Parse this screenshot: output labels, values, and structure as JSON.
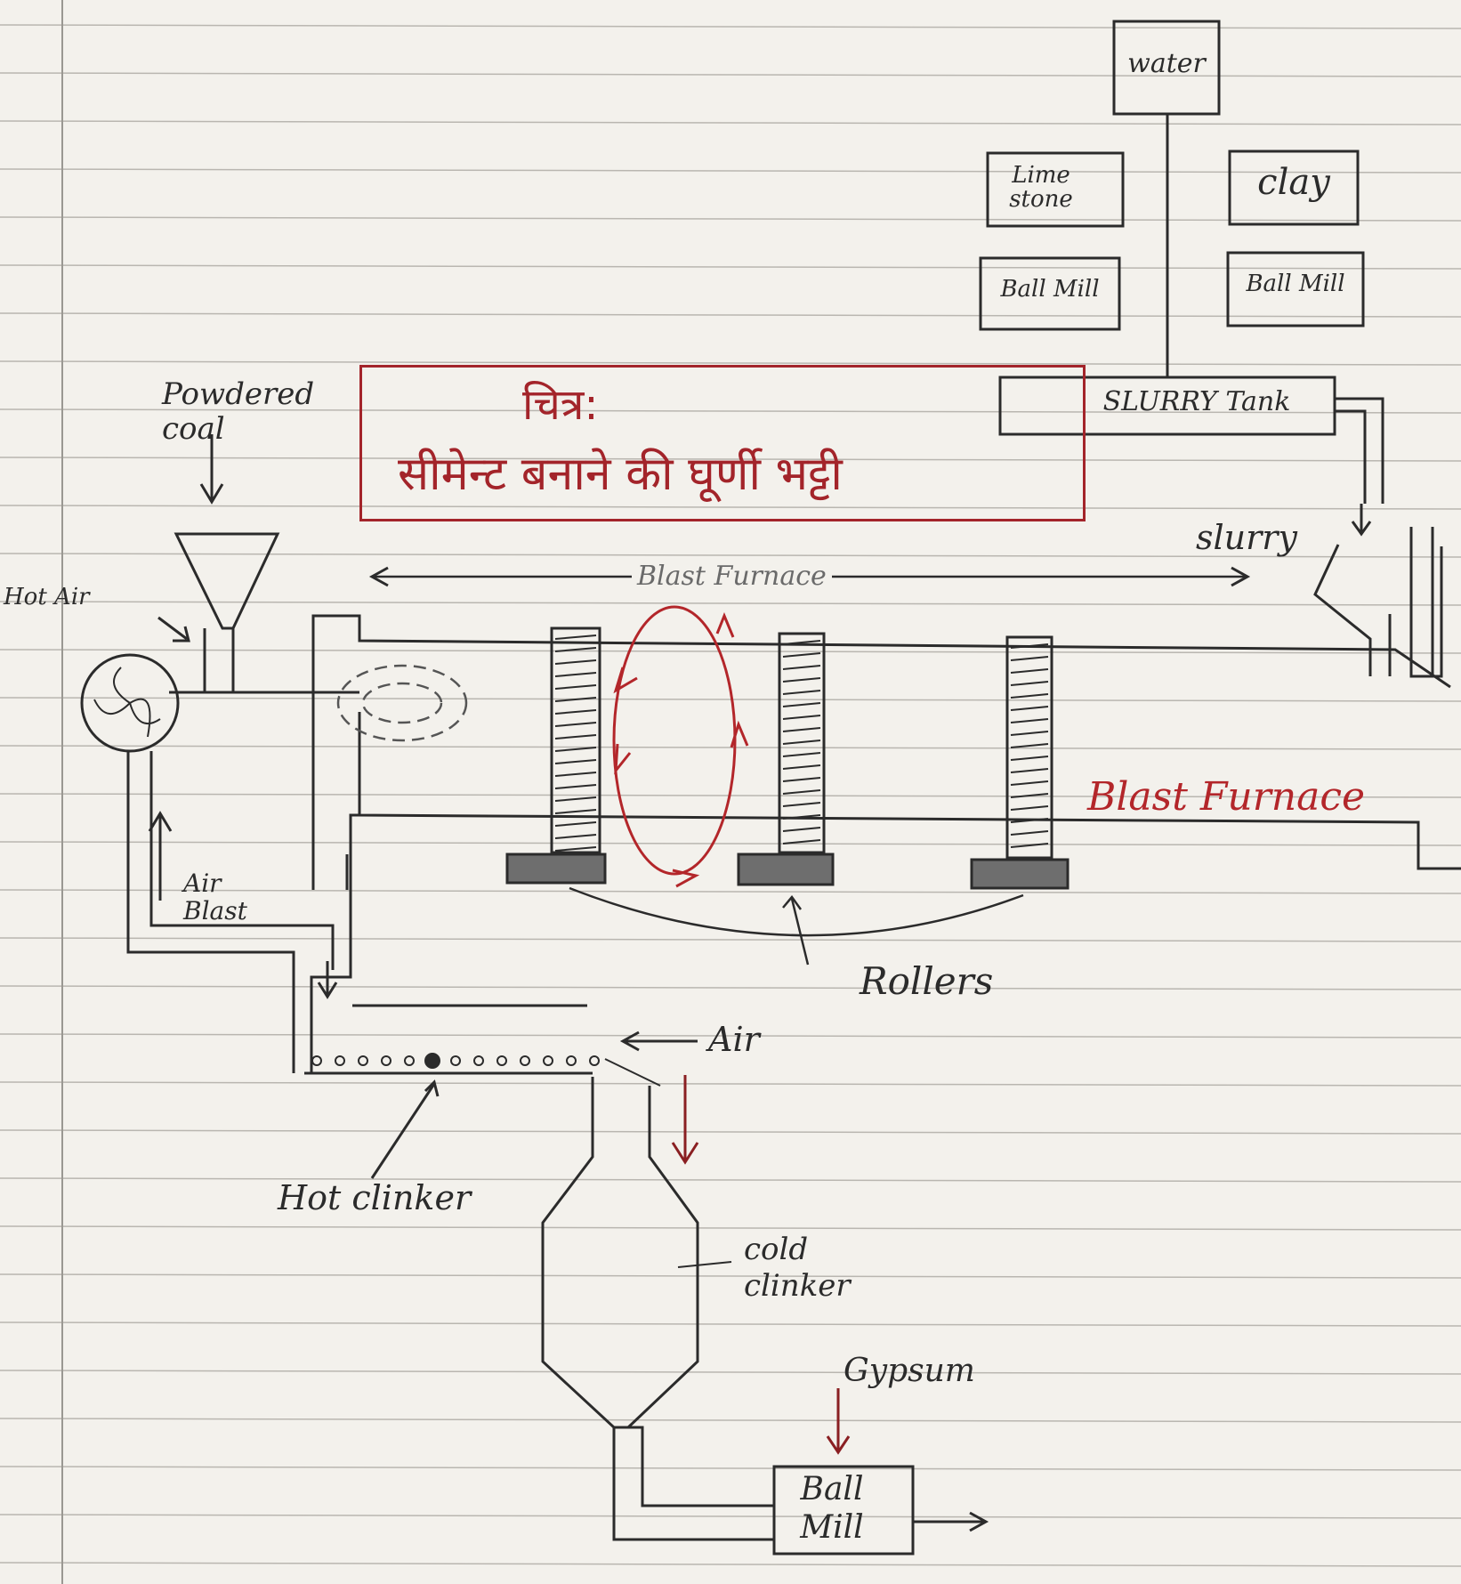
{
  "title": {
    "line1": "चित्र:",
    "line2": "सीमेन्ट बनाने की घूर्णी भट्टी"
  },
  "labels": {
    "water": "water",
    "limestone": "Lime stone",
    "clay": "clay",
    "ball_mill_left": "Ball Mill",
    "ball_mill_right": "Ball Mill",
    "slurry_tank": "SLURRY Tank",
    "slurry": "slurry",
    "powdered_coal": "Powdered coal",
    "hot_air": "Hot Air",
    "blast_furnace_top": "Blast Furnace",
    "blast_furnace_red": "Blast Furnace",
    "air_blast": "Air Blast",
    "rollers": "Rollers",
    "air": "Air",
    "hot_clinker": "Hot clinker",
    "cold_clinker": "cold clinker",
    "gypsum": "Gypsum",
    "ball_mill_bottom": "Ball Mill"
  },
  "colors": {
    "ink": "#2b2b2b",
    "red_ink": "#b3262a",
    "paper": "#f3f1ec",
    "rule_line": "#b9b6b0",
    "roller_fill": "#6e6e6e"
  }
}
